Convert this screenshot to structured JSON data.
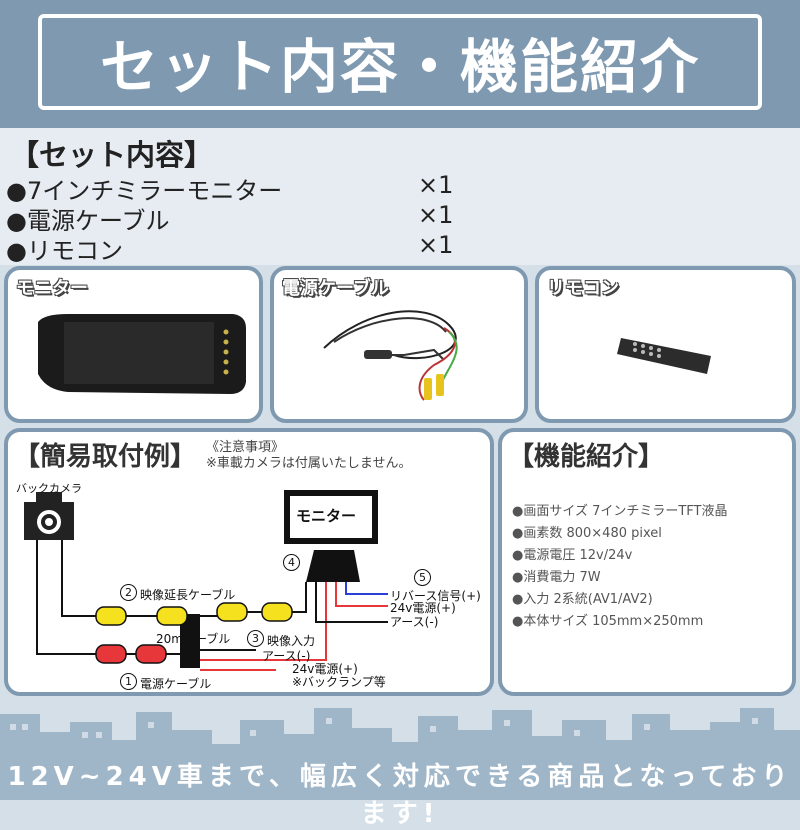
{
  "banner": {
    "title": "セット内容・機能紹介"
  },
  "set_contents": {
    "header": "【セット内容】",
    "items": [
      {
        "name": "●7インチミラーモニター",
        "qty": "×1"
      },
      {
        "name": "●電源ケーブル",
        "qty": "×1"
      },
      {
        "name": "●リモコン",
        "qty": "×1"
      }
    ]
  },
  "product_cards": {
    "monitor": "モニター",
    "power_cable": "電源ケーブル",
    "remote": "リモコン"
  },
  "install_example": {
    "title": "【簡易取付例】",
    "note_1": "《注意事項》",
    "note_2": "※車載カメラは付属いたしません。",
    "labels": {
      "back_camera": "バックカメラ",
      "monitor": "モニター",
      "num_1": "1",
      "num_2": "2",
      "num_3": "3",
      "num_4": "4",
      "num_5": "5",
      "video_ext": "映像延長ケーブル",
      "cable_20m": "20mケーブル",
      "video_input": "映像入力",
      "ground_1": "アース(-)",
      "power_24v_1": "24v電源(+)",
      "back_lamp": "※バックランプ等",
      "power_cable": "電源ケーブル",
      "reverse_signal": "リバース信号(+)",
      "power_24v_2": "24v電源(+)",
      "ground_2": "アース(-)"
    }
  },
  "features": {
    "title": "【機能紹介】",
    "items": [
      "●画面サイズ 7インチミラーTFT液晶",
      "●画素数 800×480 pixel",
      "●電源電圧 12v/24v",
      "●消費電力 7W",
      "●入力 2系統(AV1/AV2)",
      "●本体サイズ 105mm×250mm"
    ]
  },
  "footer": {
    "text": "12V~24V車まで、幅広く対応できる商品となっております!"
  },
  "colors": {
    "banner": "#7e99b0",
    "background": "#d5dfe8",
    "connector_yellow": "#f5e11e",
    "connector_red": "#e8373a",
    "wire_red": "#e8373a",
    "wire_blue": "#2a3fd8"
  }
}
